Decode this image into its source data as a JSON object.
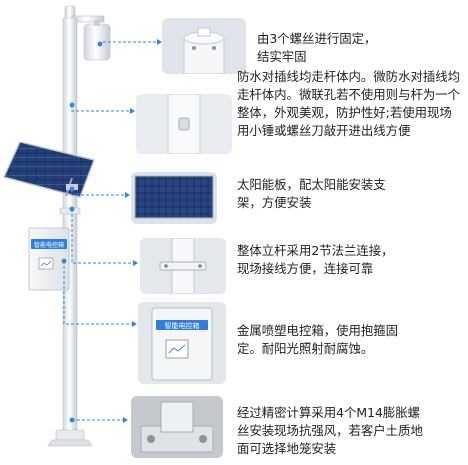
{
  "callouts": [
    {
      "name": "top-bolts",
      "text": "由3个螺丝进行固定，结实牢固"
    },
    {
      "name": "cable-routing",
      "text": "防水对插线均走杆体内。微防水对插线均走杆体内。微联孔若不使用则与杆为一个整体，外观美观，防护性好;若使用现场用小锤或螺丝刀敲开进出线方便"
    },
    {
      "name": "solar-panel",
      "text": "太阳能板，配太阳能安装支架，方便安装"
    },
    {
      "name": "flange-joint",
      "text": "整体立杆采用2节法兰连接，现场接线方便，连接可靠"
    },
    {
      "name": "control-box",
      "text": "金属喷塑电控箱，使用抱箍固定。耐阳光照射耐腐蚀。"
    },
    {
      "name": "anchor-bolts",
      "text": "经过精密计算采用4个M14膨胀螺丝安装现场抗强风，若客户土质地面可选择地笼安装"
    }
  ],
  "box_label": "智能电控箱",
  "colors": {
    "accent": "#1e88e5",
    "pole": "#f4f6f8",
    "panel": "#1c2f55",
    "label_bg": "#2f7de1"
  }
}
